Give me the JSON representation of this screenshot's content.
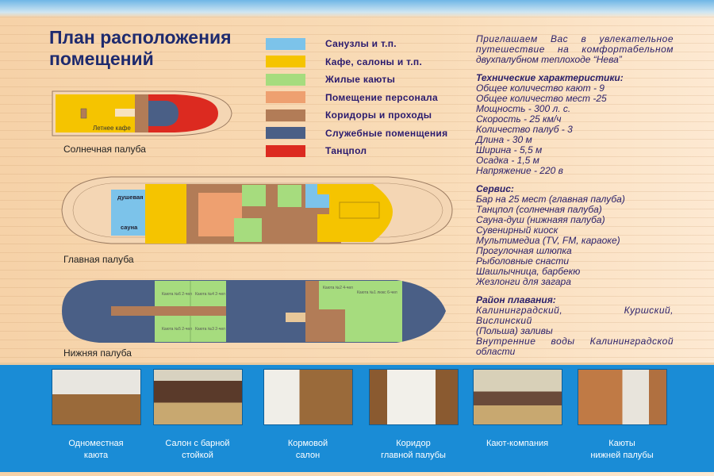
{
  "title": {
    "line1": "План расположения",
    "line2": "помещений"
  },
  "legend": [
    {
      "label": "Санузлы и т.п.",
      "color": "#7cc3ea"
    },
    {
      "label": "Кафе, салоны и т.п.",
      "color": "#f5c400"
    },
    {
      "label": "Жилые каюты",
      "color": "#a6dc7e"
    },
    {
      "label": "Помещение персонала",
      "color": "#eea070"
    },
    {
      "label": "Коридоры и проходы",
      "color": "#b27c57"
    },
    {
      "label": "Служебные поменщения",
      "color": "#4a5f86"
    },
    {
      "label": "Танцпол",
      "color": "#dc2a20"
    }
  ],
  "decks": {
    "sun": {
      "label": "Солнечная палуба",
      "cafe": "Летнее кафе"
    },
    "main": {
      "label": "Главная палуба",
      "shower": "душевая",
      "sauna": "сауна"
    },
    "lower": {
      "label": "Нижняя палуба",
      "cabins": [
        "Каюта №6 2-чел",
        "Каюта №4 2-чел",
        "Каюта №5 2-чел",
        "Каюта №3 2-чел",
        "Каюта №2 4-чел",
        "Каюта №1 люкс 6-чел"
      ]
    }
  },
  "info": {
    "intro": [
      "Приглашаем Вас в увлекательное",
      "путешествие на комфортабельном",
      "двухпалубном теплоходе “Нева”"
    ],
    "tech_title": "Технические характеристики:",
    "tech": [
      "Общее количество кают - 9",
      "Общее количество мест -25",
      "Мощность - 300 л. с.",
      "Скорость - 25 км/ч",
      "Количество палуб - 3",
      "Длина - 30 м",
      "Ширина - 5,5 м",
      "Осадка - 1,5 м",
      "Напряжение - 220 в"
    ],
    "service_title": "Сервис:",
    "service": [
      "Бар на 25 мест (главная палуба)",
      "Танцпол (солнечная палуба)",
      "Сауна-душ (нижнаяя палуба)",
      "Сувенирный киоск",
      "Мультимедиа (TV, FM, караоке)",
      "Прогулочная шлюпка",
      "Рыболовные снасти",
      "Шашлычница, барбекю",
      "Жезлонги для загара"
    ],
    "area_title": "Район плавания:",
    "area": [
      "Калининградский, Куршский, Вислинский",
      "(Польша) заливы",
      "Внутренние воды Калининградской",
      "области"
    ]
  },
  "photos": [
    {
      "caption1": "Одноместная",
      "caption2": "каюта"
    },
    {
      "caption1": "Салон с барной",
      "caption2": "стойкой"
    },
    {
      "caption1": "Кормовой",
      "caption2": "салон"
    },
    {
      "caption1": "Коридор",
      "caption2": "главной палубы"
    },
    {
      "caption1": "Кают-компания",
      "caption2": ""
    },
    {
      "caption1": "Каюты",
      "caption2": "нижней палубы"
    }
  ]
}
